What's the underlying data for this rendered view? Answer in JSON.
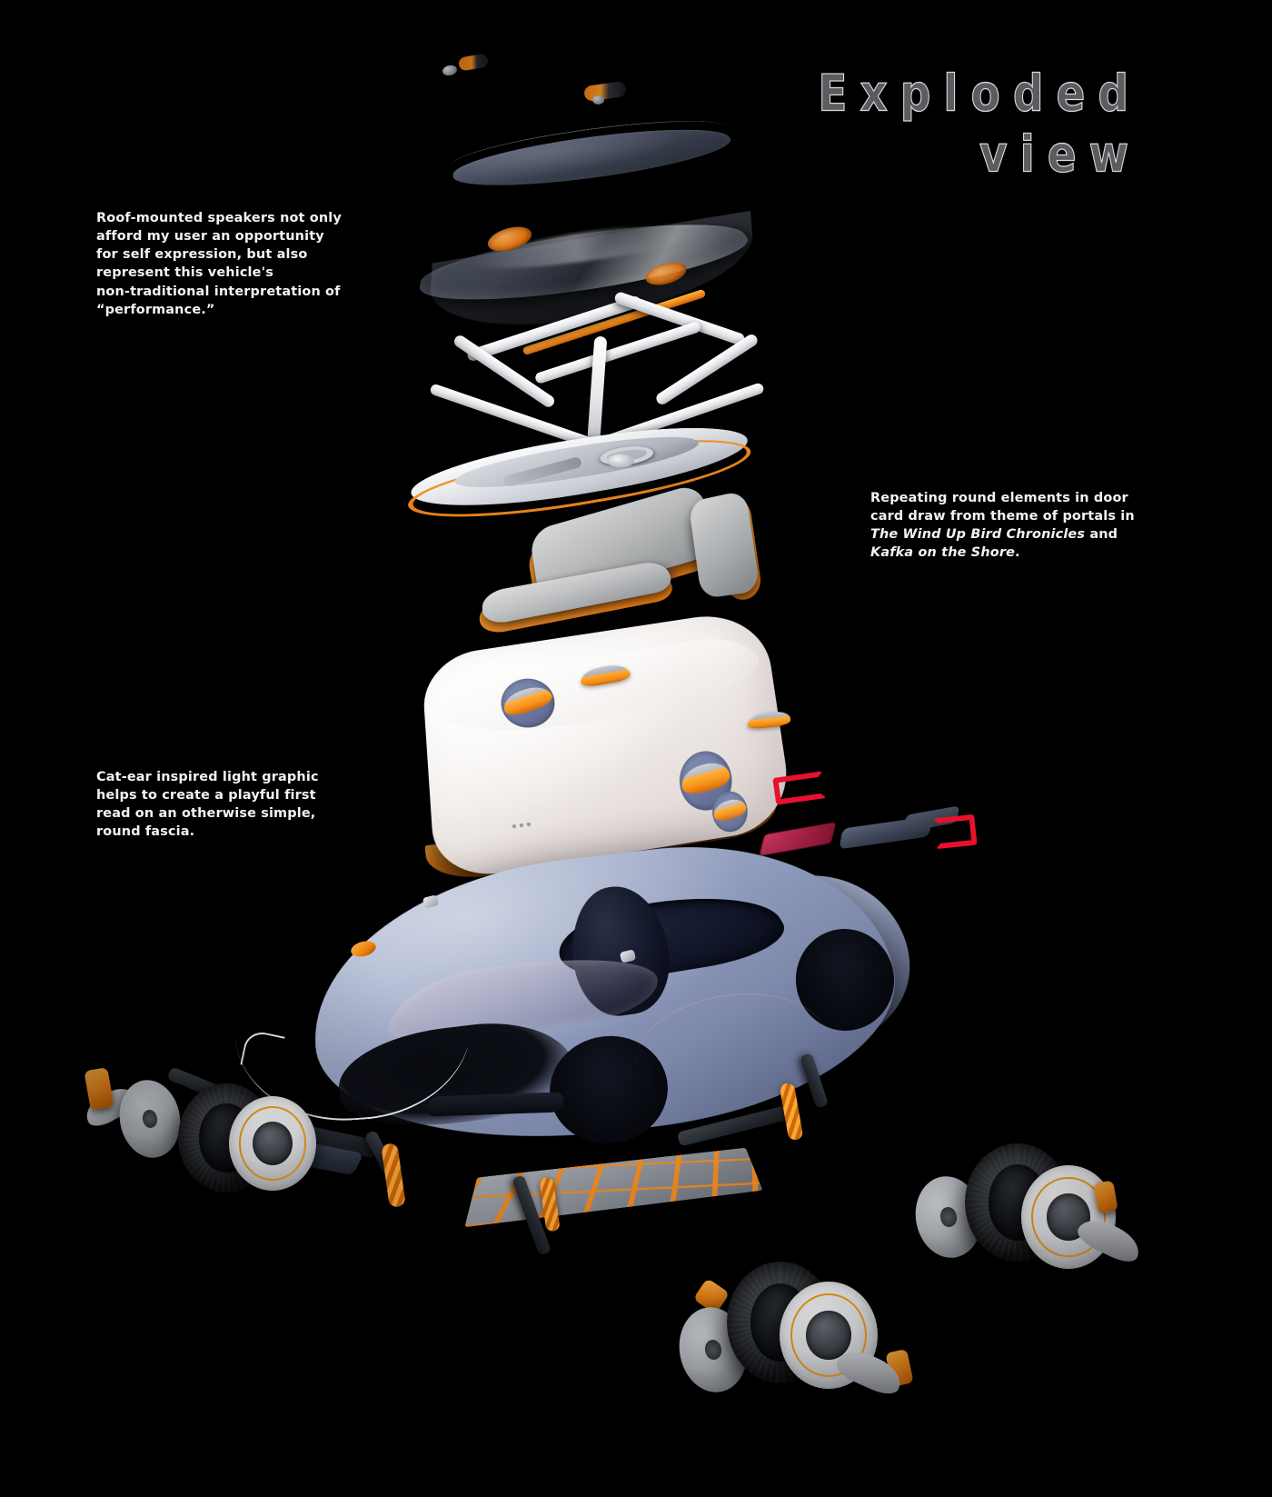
{
  "page": {
    "background_color": "#000000",
    "title_line_1": "Exploded",
    "title_line_2": "view",
    "title_color": "#d8dadd"
  },
  "annotations": [
    {
      "id": "roof-speakers",
      "text": "Roof-mounted speakers not only\nafford my user an opportunity\nfor self expression, but also\nrepresent this vehicle's\nnon-traditional interpretation of\n“performance.”",
      "color": "#f2f3f4"
    },
    {
      "id": "door-card-portals",
      "text_before_italic": "Repeating round elements in door\ncard draw from theme of portals in\n",
      "italic_1": "The Wind Up Bird Chronicles",
      "text_middle": " and\n",
      "italic_2": "Kafka on the Shore",
      "text_after": ".",
      "color": "#f2f3f4"
    },
    {
      "id": "cat-ear-light",
      "text": "Cat-ear inspired light graphic\nhelps to create a playful first\nread on an otherwise simple,\nround fascia.",
      "color": "#f2f3f4"
    }
  ],
  "render": {
    "subject": "exploded view of concept car",
    "palette": {
      "body_blue": "#8d99ba",
      "accent_orange": "#f5891a",
      "shell_white": "#f7f4f2",
      "hook_red": "#e8112d",
      "glass_grey": "#5d6781",
      "tire_black": "#1a1d21",
      "rim_white": "#f0f1f3"
    },
    "layers": [
      {
        "name": "fasteners-top",
        "label": "bolts and clips"
      },
      {
        "name": "roof-panel",
        "label": "roof panel"
      },
      {
        "name": "speaker-canopy",
        "label": "roof-mounted speaker canopy"
      },
      {
        "name": "roll-frame",
        "label": "white structural frame"
      },
      {
        "name": "dash-tub",
        "label": "dashboard tub with steering wheel"
      },
      {
        "name": "seats",
        "label": "seat cushions and backrest"
      },
      {
        "name": "upper-shell",
        "label": "white upper body shell with cat-ear lights"
      },
      {
        "name": "latch-hooks",
        "label": "red latch hooks and struts"
      },
      {
        "name": "main-body",
        "label": "blue painted body"
      },
      {
        "name": "battery-pack",
        "label": "battery skateboard pack"
      },
      {
        "name": "suspension",
        "label": "coil-over suspension and control arms"
      },
      {
        "name": "wheels",
        "label": "tires, rims, brake discs and calipers"
      }
    ]
  }
}
